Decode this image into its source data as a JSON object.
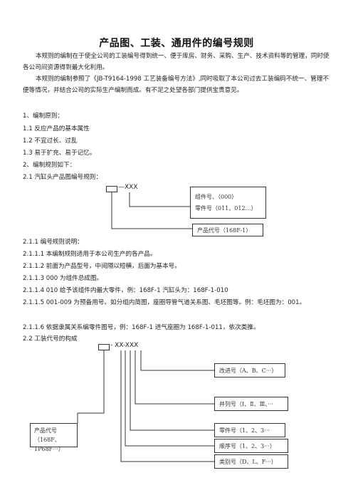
{
  "title": "产品图、工装、通用件的编号规则",
  "intro": [
    "本规则的编制在于使全公司的工装编号得到统一、便于库房、财务、采购、生产、技术资料等的管理，同时使各公司间资源得到最大化利用。",
    "本规则的编制参照了《JB-T9164-1998 工艺装备编号方法》,同时吸取了本公司过去工装编码不统一、管理不便等情况，并结合公司的实际生产编制而成。有不足之处望各部门提供宝贵意见。"
  ],
  "lines": [
    "1、编制原则：",
    "1.1 反应产品的基本属性",
    "1.2 不宜过长、过乱",
    "1.3 易于扩充、易于记忆。",
    "2、编制规则如下：",
    "2.1 汽缸头产品图编号规则："
  ],
  "diagram1": {
    "code": "—XXX",
    "box_component": [
      "组件号、（000）",
      "零件号（011、012…）"
    ],
    "box_product": "产品代号（168F-1）"
  },
  "rules": [
    "2.1.1 编号规则说明：",
    "2.1.1.1 本编制规则适用于本公司生产的各产品。",
    "2.1.1.2  前面为产品型号，中间隔以短横，后面为基本号。",
    "2.1.1.3 000 为组件总成图。",
    "2.1.1.4 010 给予该组件内最大零件，例：168F-1 汽缸头为：168F-1-010",
    "2.1.1.5 001-009 为预备用号。如分组内简图，座圈导管气道关系图、毛坯图等。例：毛坯图为：001。",
    "2.1.1.6 依据隶属关系编零件图号，例：168F-1 进气座圈为 168F-1-011，依次类推。",
    "2.2  工装代号的构成"
  ],
  "diagram2": {
    "code": "- XX-XXX",
    "box_improve": "改进号（A、B、C···）",
    "box_series": "并列号（Ⅰ、Ⅱ、Ⅲ、···",
    "box_product": [
      "产品代号（168F、",
      "1P68F···）"
    ],
    "box_part": "零件号（1、2、3···",
    "box_order": "顺序号（1、2、3···）",
    "box_category": "类别号（D、L、F···）"
  }
}
